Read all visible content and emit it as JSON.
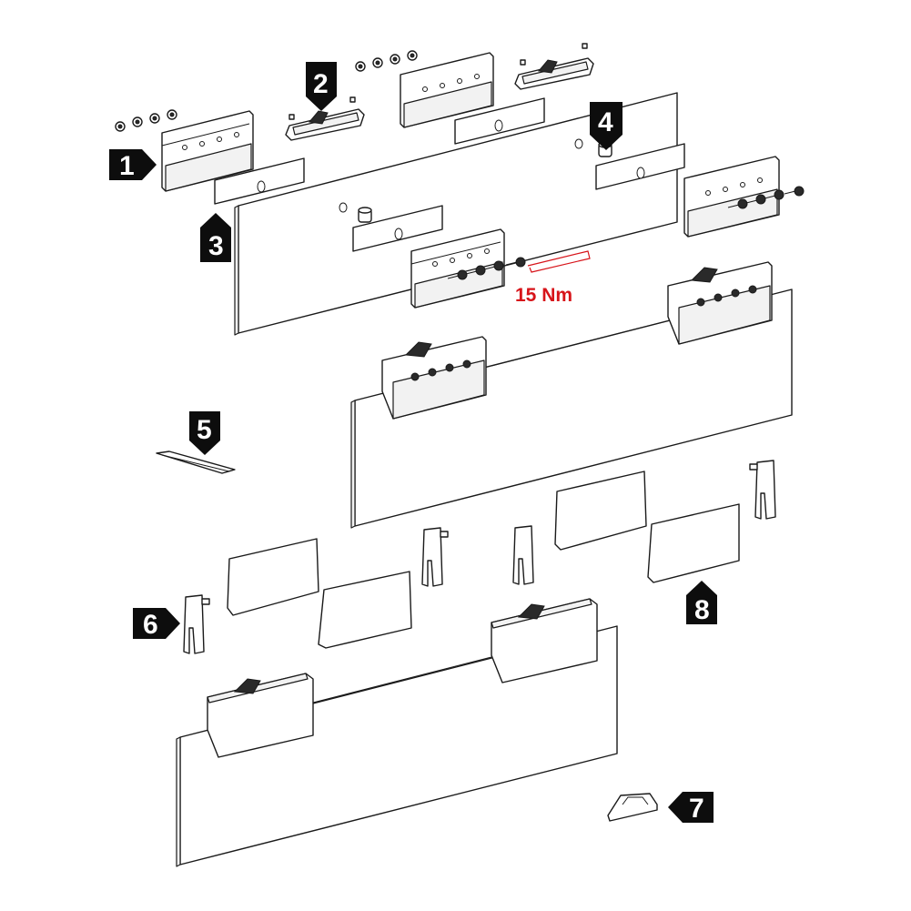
{
  "steps": [
    {
      "number": "1",
      "pointer": "right"
    },
    {
      "number": "2",
      "pointer": "down"
    },
    {
      "number": "3",
      "pointer": "up"
    },
    {
      "number": "4",
      "pointer": "down"
    },
    {
      "number": "5",
      "pointer": "down"
    },
    {
      "number": "6",
      "pointer": "right"
    },
    {
      "number": "7",
      "pointer": "left"
    },
    {
      "number": "8",
      "pointer": "up"
    }
  ],
  "torque_label": "15 Nm",
  "colors": {
    "line": "#1a1a1a",
    "badge": "#0d0d0d",
    "badge_text": "#ffffff",
    "torque": "#d7141a"
  }
}
